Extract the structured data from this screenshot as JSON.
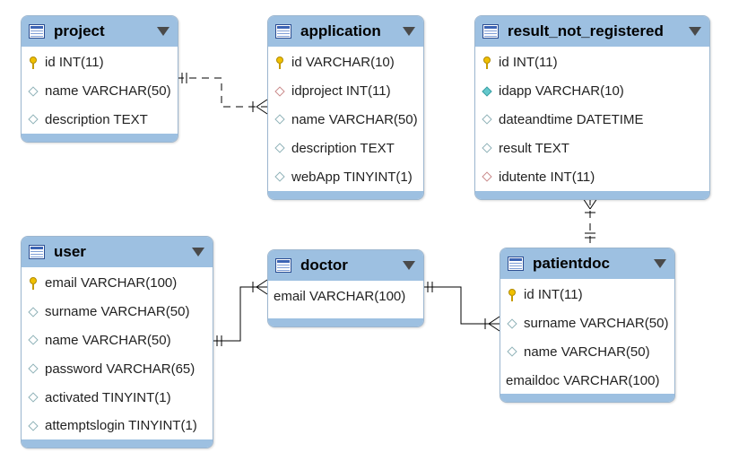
{
  "entities": {
    "project": {
      "title": "project",
      "columns": [
        {
          "label": "id INT(11)",
          "icon": "key-icon"
        },
        {
          "label": "name VARCHAR(50)",
          "icon": "column-diamond-icon"
        },
        {
          "label": "description TEXT",
          "icon": "column-diamond-icon"
        }
      ]
    },
    "application": {
      "title": "application",
      "columns": [
        {
          "label": "id VARCHAR(10)",
          "icon": "key-icon"
        },
        {
          "label": "idproject INT(11)",
          "icon": "foreign-key-diamond-icon"
        },
        {
          "label": "name VARCHAR(50)",
          "icon": "column-diamond-icon"
        },
        {
          "label": "description TEXT",
          "icon": "column-diamond-icon"
        },
        {
          "label": "webApp TINYINT(1)",
          "icon": "column-diamond-icon"
        }
      ]
    },
    "result_not_registered": {
      "title": "result_not_registered",
      "columns": [
        {
          "label": "id INT(11)",
          "icon": "key-icon"
        },
        {
          "label": "idapp VARCHAR(10)",
          "icon": "filled-diamond-icon"
        },
        {
          "label": "dateandtime DATETIME",
          "icon": "column-diamond-icon"
        },
        {
          "label": "result TEXT",
          "icon": "column-diamond-icon"
        },
        {
          "label": "idutente INT(11)",
          "icon": "foreign-key-diamond-icon"
        }
      ]
    },
    "user": {
      "title": "user",
      "columns": [
        {
          "label": "email VARCHAR(100)",
          "icon": "key-icon"
        },
        {
          "label": "surname VARCHAR(50)",
          "icon": "column-diamond-icon"
        },
        {
          "label": "name VARCHAR(50)",
          "icon": "column-diamond-icon"
        },
        {
          "label": "password VARCHAR(65)",
          "icon": "column-diamond-icon"
        },
        {
          "label": "activated TINYINT(1)",
          "icon": "column-diamond-icon"
        },
        {
          "label": "attemptslogin TINYINT(1)",
          "icon": "column-diamond-icon"
        }
      ]
    },
    "doctor": {
      "title": "doctor",
      "columns": [
        {
          "label": "email VARCHAR(100)",
          "icon": "none"
        }
      ]
    },
    "patientdoc": {
      "title": "patientdoc",
      "columns": [
        {
          "label": "id INT(11)",
          "icon": "key-icon"
        },
        {
          "label": "surname VARCHAR(50)",
          "icon": "column-diamond-icon"
        },
        {
          "label": "name VARCHAR(50)",
          "icon": "column-diamond-icon"
        },
        {
          "label": "emaildoc VARCHAR(100)",
          "icon": "none"
        }
      ]
    }
  },
  "colors": {
    "header": "#9dc0e1",
    "border": "#9cb6cf",
    "line": "#000000"
  }
}
